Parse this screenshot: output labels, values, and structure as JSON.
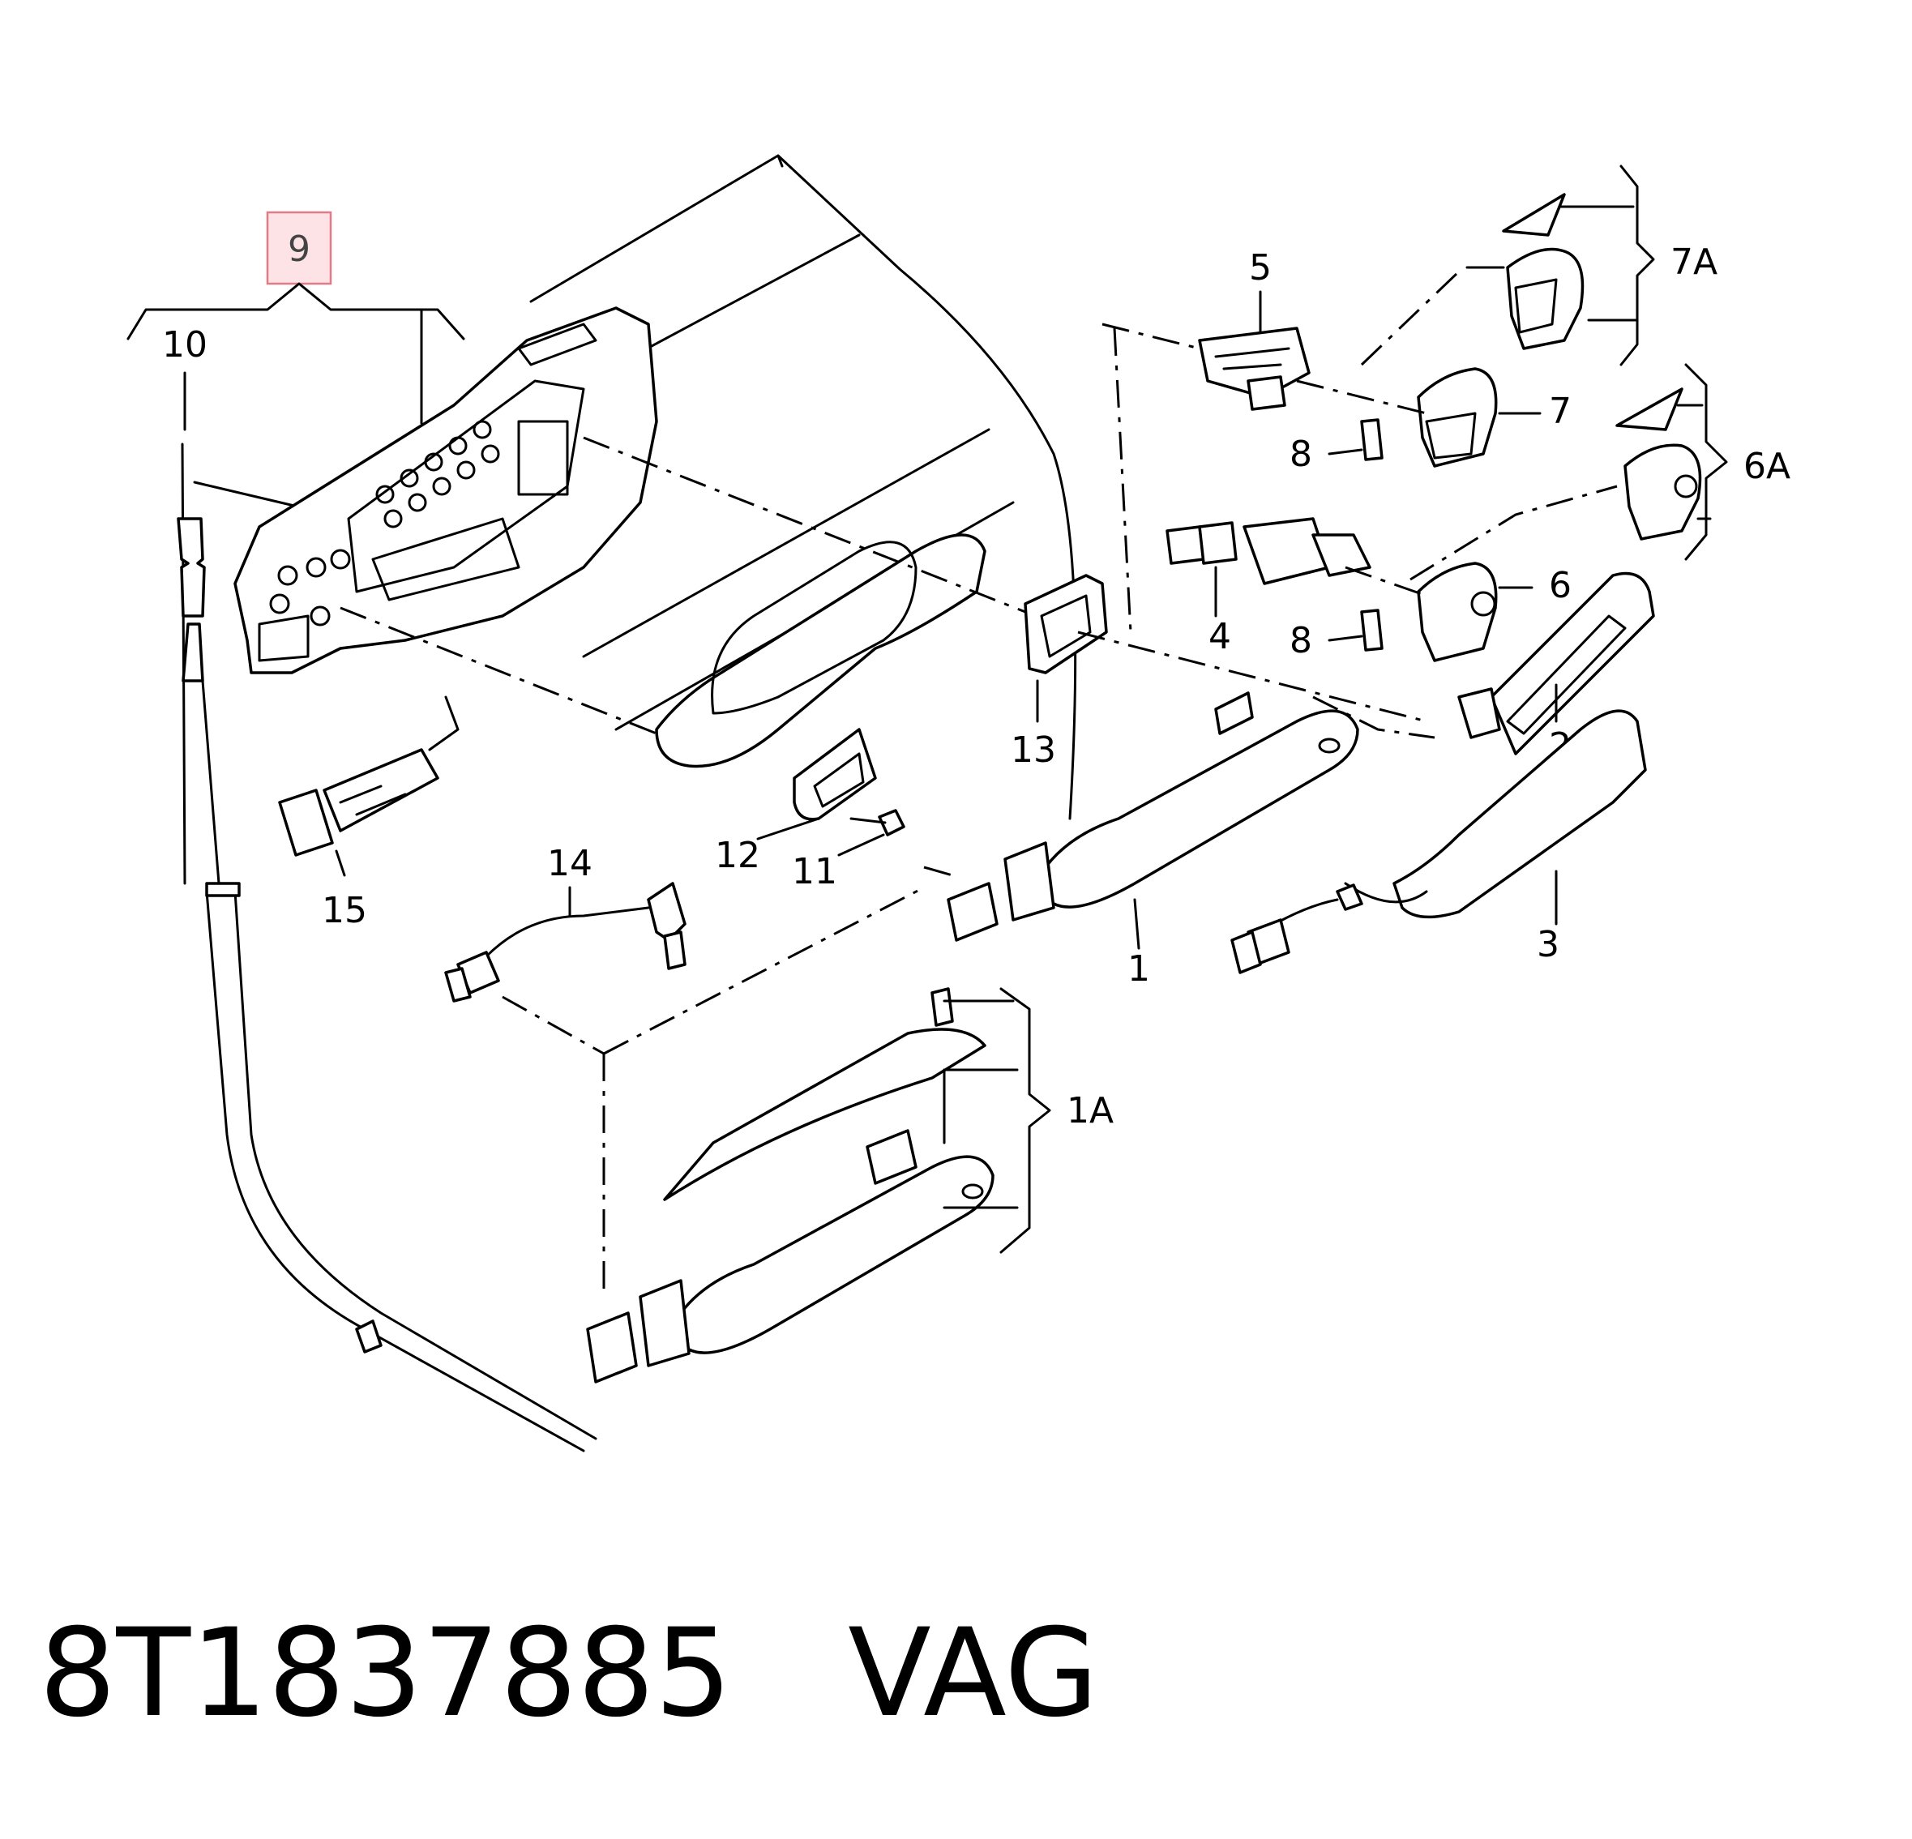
{
  "highlighted_callout": "9",
  "callouts": {
    "c1": "1",
    "c1A": "1A",
    "c2": "2",
    "c3": "3",
    "c4": "4",
    "c5": "5",
    "c6": "6",
    "c6A": "6A",
    "c7": "7",
    "c7A": "7A",
    "c8a": "8",
    "c8b": "8",
    "c10": "10",
    "c11": "11",
    "c12": "12",
    "c13": "13",
    "c14": "14",
    "c15": "15"
  },
  "footer": {
    "part_number": "8T1837885",
    "brand": "VAG",
    "separator": "   "
  },
  "colors": {
    "highlight_fill": "#fde3e6",
    "highlight_stroke": "#e37a88",
    "ink": "#000000"
  }
}
